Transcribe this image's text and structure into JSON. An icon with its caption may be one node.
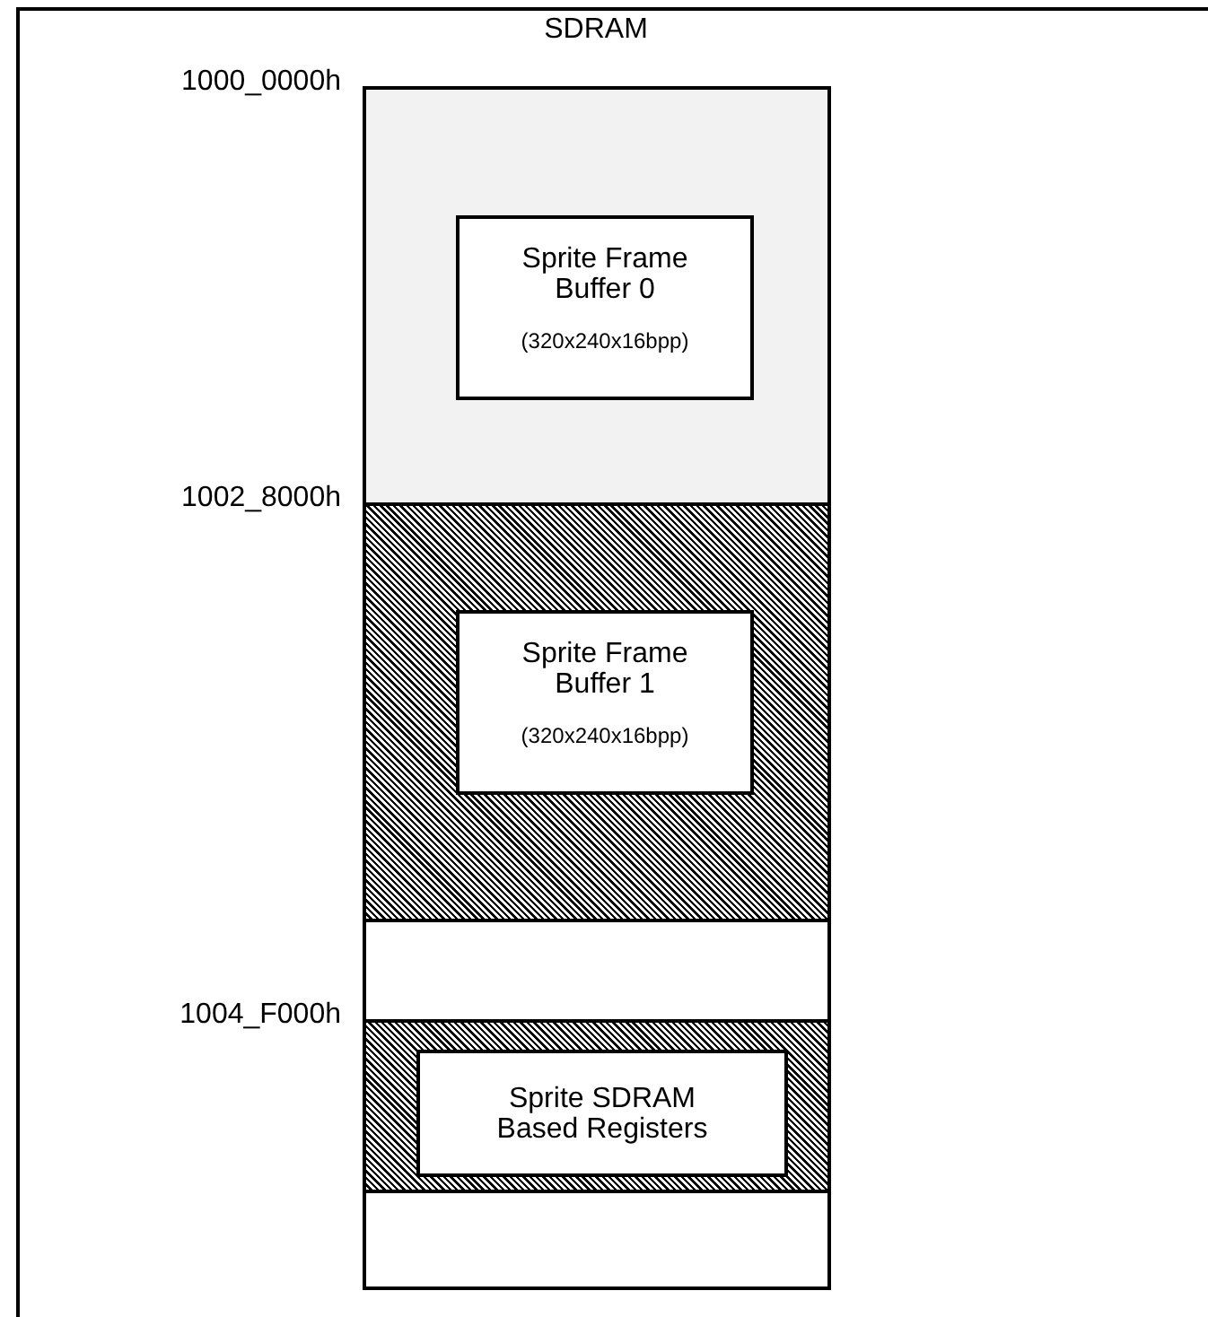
{
  "diagram": {
    "title": "SDRAM",
    "nodes": [
      {
        "text": [],
        "shape": "box"
      },
      {
        "text": [
          "Sprite Frame Buffer 0",
          "(320x240x16bpp)"
        ],
        "in": 0
      },
      {
        "text": [],
        "shape": "box"
      },
      {
        "text": [
          "Sprite Frame Buffer 1",
          "(320x240x16bpp)"
        ],
        "in": 2
      },
      {
        "text": [],
        "shape": "box"
      },
      {
        "text": [],
        "shape": "box"
      },
      {
        "text": [
          "Sprite SDRAM Based Registers"
        ],
        "in": 5
      },
      {
        "text": [],
        "shape": "box"
      }
    ],
    "labels": [
      "1000_0000h",
      "1002_8000h",
      "1004_F000h"
    ]
  }
}
